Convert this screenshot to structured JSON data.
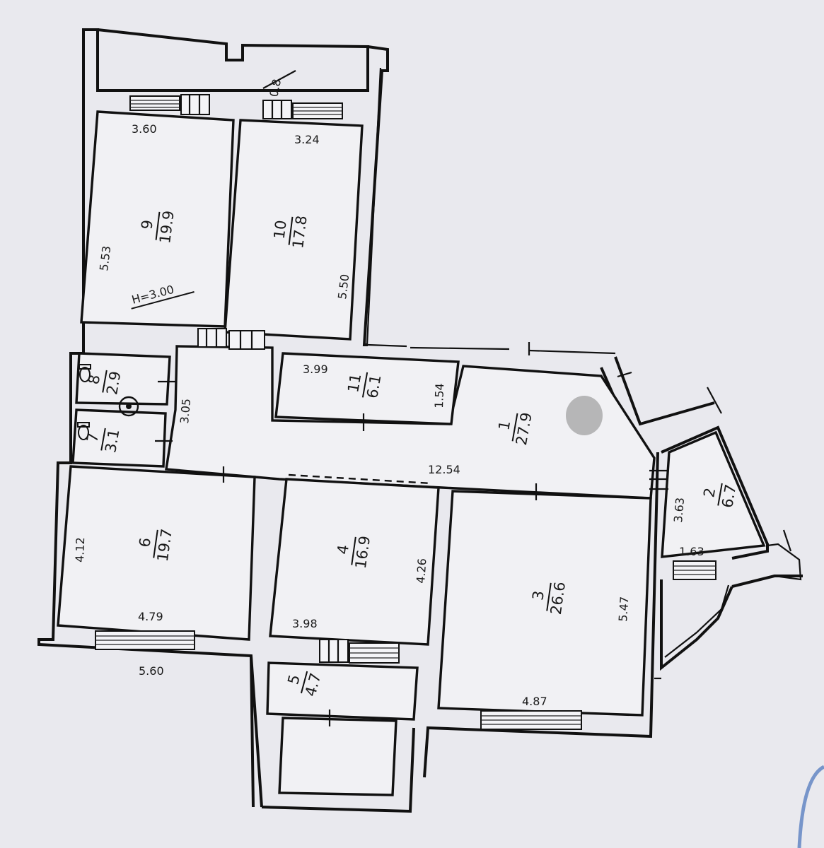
{
  "colors": {
    "paper": "#e9e9ee",
    "room_fill": "#f1f1f4",
    "wall": "#111111",
    "stamp": "#5a7fc0",
    "stain": "#9c9c9c"
  },
  "rooms": [
    {
      "id": "1",
      "number": "1",
      "area": "27.9"
    },
    {
      "id": "2",
      "number": "2",
      "area": "6.7"
    },
    {
      "id": "3",
      "number": "3",
      "area": "26.6"
    },
    {
      "id": "4",
      "number": "4",
      "area": "16.9"
    },
    {
      "id": "5",
      "number": "5",
      "area": "4.7"
    },
    {
      "id": "6",
      "number": "6",
      "area": "19.7"
    },
    {
      "id": "7",
      "number": "7",
      "area": "3.1"
    },
    {
      "id": "8",
      "number": "8",
      "area": "2.9"
    },
    {
      "id": "9",
      "number": "9",
      "area": "19.9"
    },
    {
      "id": "10",
      "number": "10",
      "area": "17.8"
    },
    {
      "id": "11",
      "number": "11",
      "area": "6.1"
    }
  ],
  "dimensions": {
    "d_3_60": "3.60",
    "d_3_24": "3.24",
    "d_0_8": "0.8",
    "d_5_53": "5.53",
    "d_5_50": "5.50",
    "ceiling_height": "H=3.00",
    "d_3_05": "3.05",
    "d_3_99": "3.99",
    "d_1_54": "1.54",
    "d_12_54": "12.54",
    "d_3_63": "3.63",
    "d_1_63": "1.63",
    "d_4_12": "4.12",
    "d_4_79": "4.79",
    "d_5_60": "5.60",
    "d_3_98": "3.98",
    "d_4_26": "4.26",
    "d_5_47": "5.47",
    "d_4_87": "4.87"
  }
}
